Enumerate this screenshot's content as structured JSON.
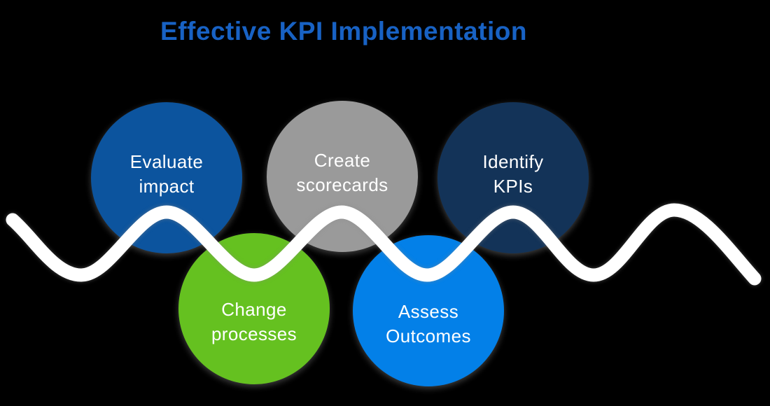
{
  "title": {
    "text": "Effective KPI Implementation",
    "color": "#1862C4"
  },
  "colors": {
    "background": "#000000",
    "wave": "#FFFFFF",
    "label_text": "#FFFFFF"
  },
  "steps": [
    {
      "id": "evaluate-impact",
      "line1": "Evaluate",
      "line2": "impact",
      "color": "#0C549E",
      "row": "top"
    },
    {
      "id": "change-processes",
      "line1": "Change",
      "line2": "processes",
      "color": "#65C120",
      "row": "bottom"
    },
    {
      "id": "create-scorecards",
      "line1": "Create",
      "line2": "scorecards",
      "color": "#9A9A9A",
      "row": "top"
    },
    {
      "id": "assess-outcomes",
      "line1": "Assess",
      "line2": "Outcomes",
      "color": "#0380E8",
      "row": "bottom"
    },
    {
      "id": "identify-kpis",
      "line1": "Identify",
      "line2": "KPIs",
      "color": "#133358",
      "row": "top"
    }
  ]
}
